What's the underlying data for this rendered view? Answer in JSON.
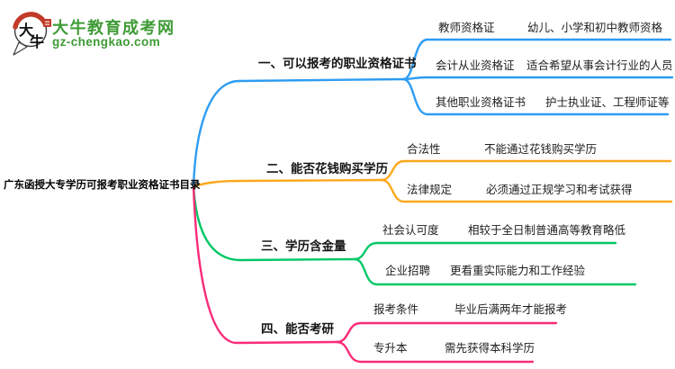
{
  "logo": {
    "site_name": "大牛教育成考网",
    "site_url": "gz-chengkao.com",
    "mark_char_top": "大",
    "mark_char_bottom": "牛",
    "colors": {
      "green": "#3E9B35",
      "red": "#C23A28"
    }
  },
  "mindmap": {
    "root": {
      "label": "广东函授大专学历可报考职业资格证书目录"
    },
    "branches": [
      {
        "label": "一、可以报考的职业资格证书",
        "color": "#2D9CF2",
        "children": [
          {
            "label": "教师资格证",
            "detail": "幼儿、小学和初中教师资格"
          },
          {
            "label": "会计从业资格证",
            "detail": "适合希望从事会计行业的人员"
          },
          {
            "label": "其他职业资格证书",
            "detail": "护士执业证、工程师证等"
          }
        ]
      },
      {
        "label": "二、能否花钱购买学历",
        "color": "#FBA81D",
        "children": [
          {
            "label": "合法性",
            "detail": "不能通过花钱购买学历"
          },
          {
            "label": "法律规定",
            "detail": "必须通过正规学习和考试获得"
          }
        ]
      },
      {
        "label": "三、学历含金量",
        "color": "#00C866",
        "children": [
          {
            "label": "社会认可度",
            "detail": "相较于全日制普通高等教育略低"
          },
          {
            "label": "企业招聘",
            "detail": "更看重实际能力和工作经验"
          }
        ]
      },
      {
        "label": "四、能否考研",
        "color": "#FB2B78",
        "children": [
          {
            "label": "报考条件",
            "detail": "毕业后满两年才能报考"
          },
          {
            "label": "专升本",
            "detail": "需先获得本科学历"
          }
        ]
      }
    ]
  }
}
